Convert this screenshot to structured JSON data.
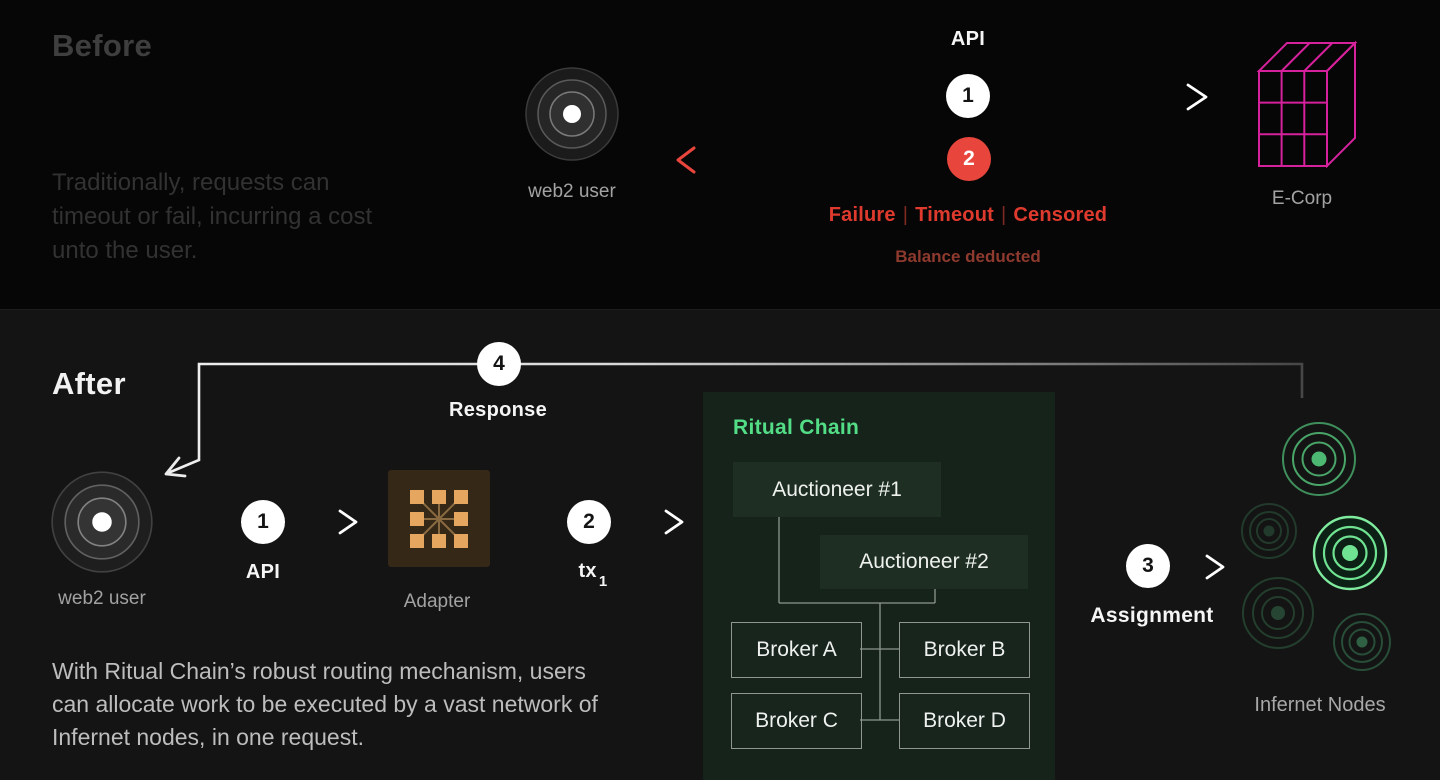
{
  "sections": {
    "before": {
      "title": "Before",
      "description": "Traditionally, requests can timeout or fail, incurring a cost unto the user.",
      "user_label": "web2 user",
      "api_label": "API",
      "step1": "1",
      "step2": "2",
      "failure_items": [
        "Failure",
        "Timeout",
        "Censored"
      ],
      "separator": "|",
      "balance_note": "Balance deducted",
      "ecorp_label": "E-Corp"
    },
    "after": {
      "title": "After",
      "description": "With Ritual Chain’s robust routing mechanism, users can allocate work to be executed by a vast network of Infernet nodes, in one request.",
      "user_label": "web2 user",
      "step1": "1",
      "api_label": "API",
      "adapter_label": "Adapter",
      "step2": "2",
      "tx_label": "tx",
      "tx_subscript": "1",
      "step3": "3",
      "assignment_label": "Assignment",
      "step4": "4",
      "response_label": "Response",
      "ritual_chain": {
        "title": "Ritual Chain",
        "auctioneers": [
          "Auctioneer #1",
          "Auctioneer #2"
        ],
        "brokers": [
          "Broker A",
          "Broker B",
          "Broker C",
          "Broker D"
        ]
      },
      "infernet_label": "Infernet Nodes"
    }
  },
  "colors": {
    "failure_red": "#e8453c",
    "balance_red": "#8f3a2e",
    "ritual_green": "#53dd86",
    "node_green_bright": "#7feb9e",
    "ecorp_magenta": "#d6219c",
    "adapter_orange": "#e5a75f"
  }
}
